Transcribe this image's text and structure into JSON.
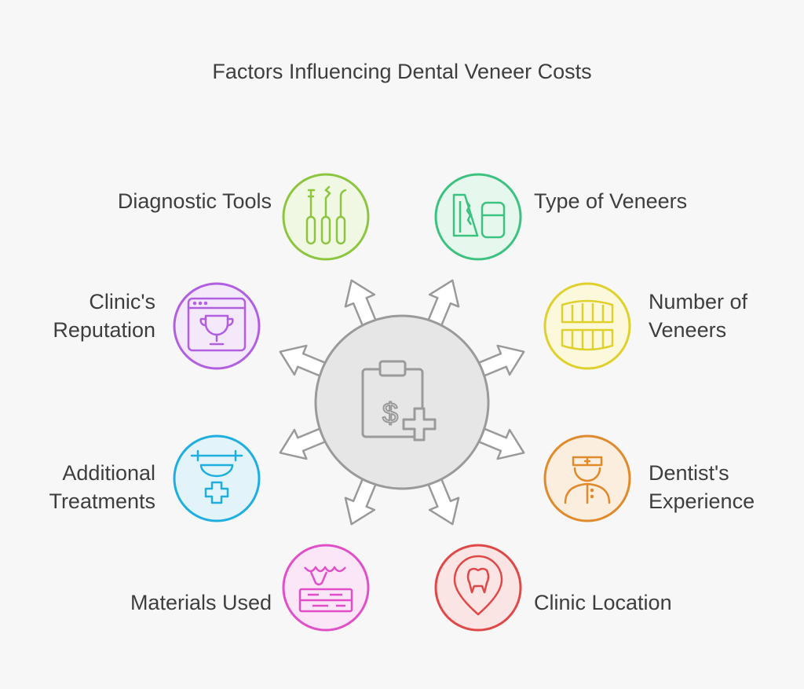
{
  "title": "Factors Influencing Dental Veneer Costs",
  "factors": {
    "diagnostic_tools": {
      "label": "Diagnostic Tools",
      "icon": "dental-tools-icon",
      "color": "#8cc63f"
    },
    "type_of_veneers": {
      "label": "Type of Veneers",
      "icon": "veneer-tooth-icon",
      "color": "#3cc27f"
    },
    "clinic_reputation": {
      "line1": "Clinic's",
      "line2": "Reputation",
      "icon": "trophy-browser-icon",
      "color": "#b15fe0"
    },
    "number_of_veneers": {
      "line1": "Number of",
      "line2": "Veneers",
      "icon": "teeth-icon",
      "color": "#e0d02b"
    },
    "additional_treatments": {
      "line1": "Additional",
      "line2": "Treatments",
      "icon": "dental-light-icon",
      "color": "#1eaee0"
    },
    "dentist_experience": {
      "line1": "Dentist's",
      "line2": "Experience",
      "icon": "dentist-icon",
      "color": "#e08a2b"
    },
    "materials_used": {
      "label": "Materials Used",
      "icon": "materials-icon",
      "color": "#e04fc8"
    },
    "clinic_location": {
      "label": "Clinic Location",
      "icon": "location-tooth-icon",
      "color": "#e04848"
    }
  },
  "center": {
    "icon": "clipboard-dollar-icon"
  }
}
